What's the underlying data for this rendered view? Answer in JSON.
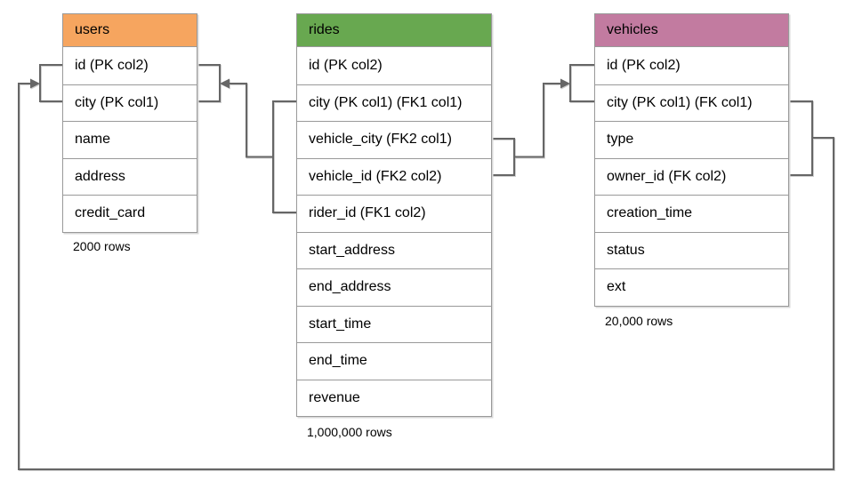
{
  "tables": [
    {
      "name": "users",
      "header_color": "#F6A55F",
      "fields": [
        "id (PK col2)",
        "city (PK col1)",
        "name",
        "address",
        "credit_card"
      ],
      "row_count_label": "2000 rows"
    },
    {
      "name": "rides",
      "header_color": "#68A850",
      "fields": [
        "id (PK col2)",
        "city (PK col1) (FK1 col1)",
        "vehicle_city (FK2 col1)",
        "vehicle_id (FK2 col2)",
        "rider_id (FK1 col2)",
        "start_address",
        "end_address",
        "start_time",
        "end_time",
        "revenue"
      ],
      "row_count_label": "1,000,000 rows"
    },
    {
      "name": "vehicles",
      "header_color": "#C27BA0",
      "fields": [
        "id (PK col2)",
        "city (PK col1) (FK col1)",
        "type",
        "owner_id (FK col2)",
        "creation_time",
        "status",
        "ext"
      ],
      "row_count_label": "20,000 rows"
    }
  ],
  "relationships": [
    {
      "from_table": "rides",
      "from_columns": "city (FK1 col1), rider_id (FK1 col2)",
      "to_table": "users",
      "to_columns": "id (PK col2), city (PK col1)"
    },
    {
      "from_table": "rides",
      "from_columns": "vehicle_city (FK2 col1), vehicle_id (FK2 col2)",
      "to_table": "vehicles",
      "to_columns": "id (PK col2), city (PK col1)"
    },
    {
      "from_table": "vehicles",
      "from_columns": "city (FK col1), owner_id (FK col2)",
      "to_table": "users",
      "to_columns": "id (PK col2), city (PK col1)"
    }
  ],
  "colors": {
    "connector": "#666666",
    "table_border": "#999999",
    "text": "#000000",
    "background": "#FFFFFF"
  }
}
